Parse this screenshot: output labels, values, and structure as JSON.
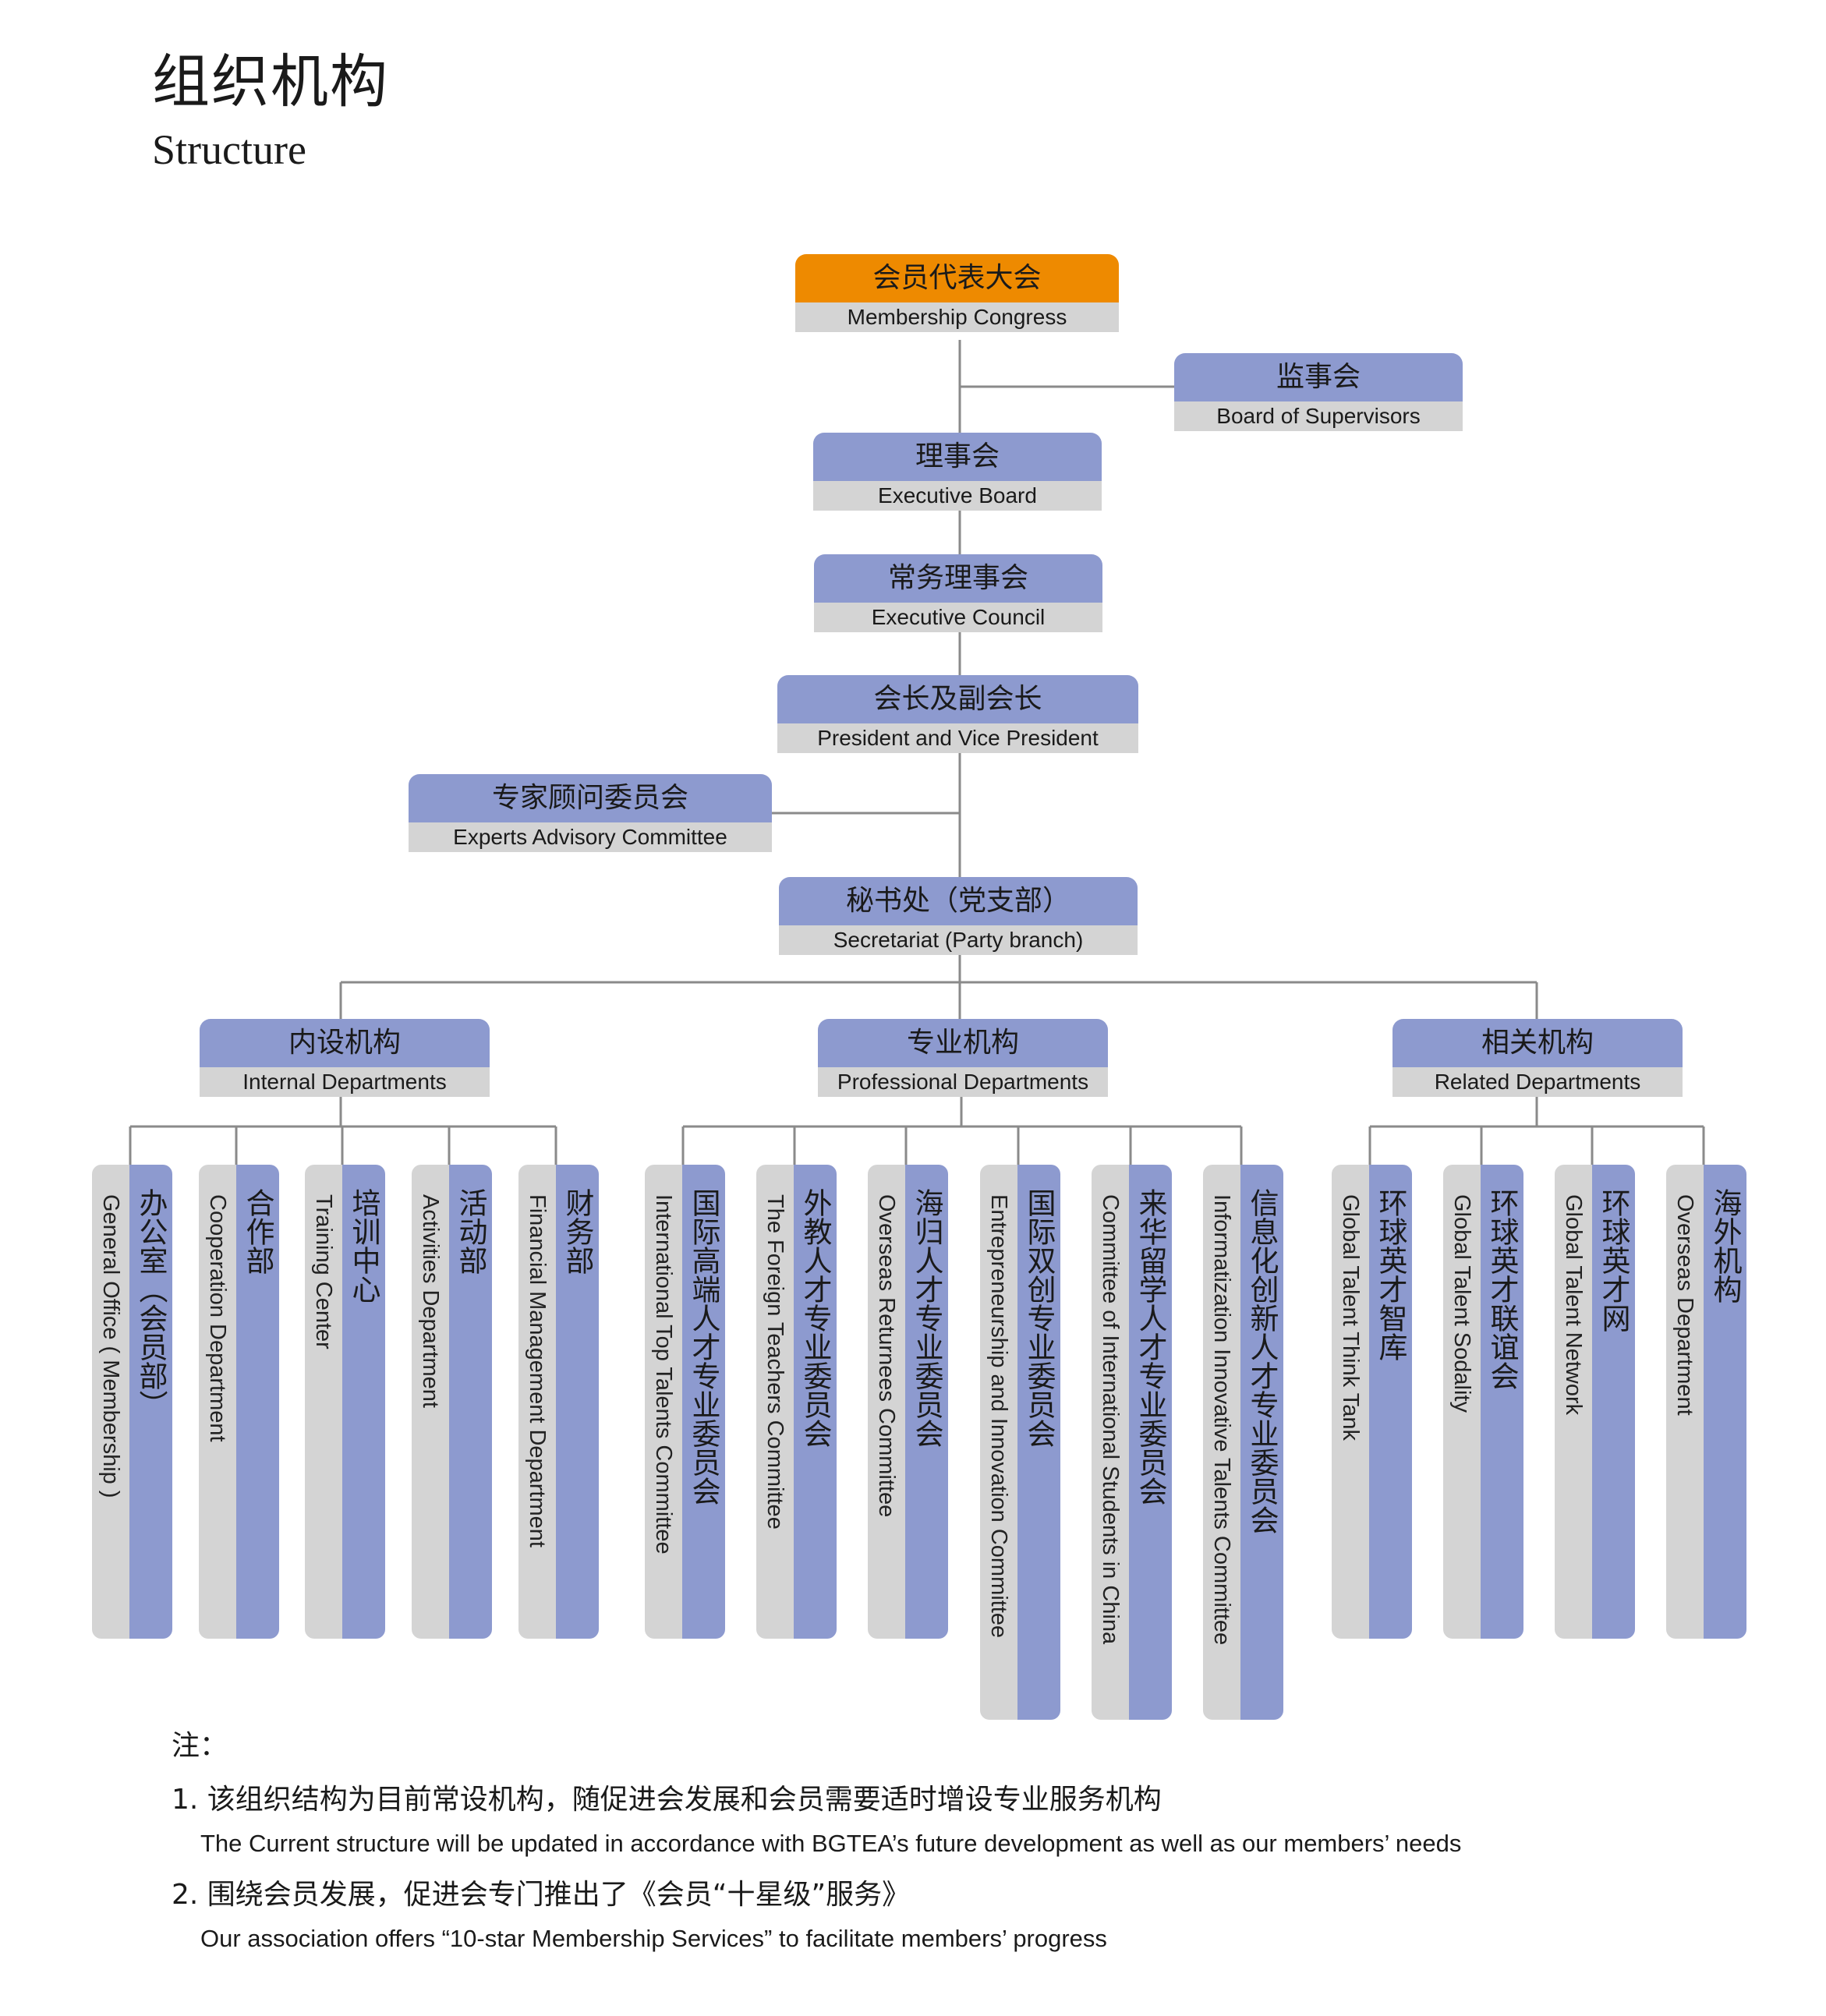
{
  "header": {
    "title_zh": "组织机构",
    "title_en": "Structure"
  },
  "top_nodes": {
    "congress": {
      "zh": "会员代表大会",
      "en": "Membership Congress"
    },
    "supervisors": {
      "zh": "监事会",
      "en": "Board of Supervisors"
    },
    "board": {
      "zh": "理事会",
      "en": "Executive Board"
    },
    "council": {
      "zh": "常务理事会",
      "en": "Executive Council"
    },
    "president": {
      "zh": "会长及副会长",
      "en": "President and Vice President"
    },
    "experts": {
      "zh": "专家顾问委员会",
      "en": "Experts Advisory Committee"
    },
    "secretariat": {
      "zh": "秘书处（党支部）",
      "en": "Secretariat (Party branch)"
    }
  },
  "branches": {
    "internal": {
      "zh": "内设机构",
      "en": "Internal Departments"
    },
    "professional": {
      "zh": "专业机构",
      "en": "Professional Departments"
    },
    "related": {
      "zh": "相关机构",
      "en": "Related Departments"
    }
  },
  "departments": {
    "internal": [
      {
        "zh": "办公室（会员部）",
        "en": "General Office ( Membership )"
      },
      {
        "zh": "合作部",
        "en": "Cooperation Department"
      },
      {
        "zh": "培训中心",
        "en": "Training Center"
      },
      {
        "zh": "活动部",
        "en": "Activities Department"
      },
      {
        "zh": "财务部",
        "en": "Financial Management Department"
      }
    ],
    "professional": [
      {
        "zh": "国际高端人才专业委员会",
        "en": "International Top Talents Committee"
      },
      {
        "zh": "外教人才专业委员会",
        "en": "The Foreign Teachers Committee"
      },
      {
        "zh": "海归人才专业委员会",
        "en": "Overseas Returnees Committee"
      },
      {
        "zh": "国际双创专业委员会",
        "en": "Entrepreneurship and Innovation Committee"
      },
      {
        "zh": "来华留学人才专业委员会",
        "en": "Committee of International Students in China"
      },
      {
        "zh": "信息化创新人才专业委员会",
        "en": "Informatization Innovative Talents Committee"
      }
    ],
    "related": [
      {
        "zh": "环球英才智库",
        "en": "Global Talent Think Tank"
      },
      {
        "zh": "环球英才联谊会",
        "en": "Global Talent Sodality"
      },
      {
        "zh": "环球英才网",
        "en": "Global Talent Network"
      },
      {
        "zh": "海外机构",
        "en": "Overseas Department"
      }
    ]
  },
  "notes": {
    "heading": "注：",
    "items": [
      {
        "zh": "1. 该组织结构为目前常设机构，随促进会发展和会员需要适时增设专业服务机构",
        "en": "The Current structure will be updated in accordance with BGTEA’s future development as well as our members’ needs"
      },
      {
        "zh": "2. 围绕会员发展，促进会专门推出了《会员“十星级”服务》",
        "en": "Our association offers “10-star Membership Services” to facilitate members’ progress"
      }
    ]
  },
  "colors": {
    "header_blue": "#8d9acf",
    "header_orange": "#ee8a00",
    "label_grey": "#d4d4d4",
    "connector": "#8a8a8a"
  }
}
